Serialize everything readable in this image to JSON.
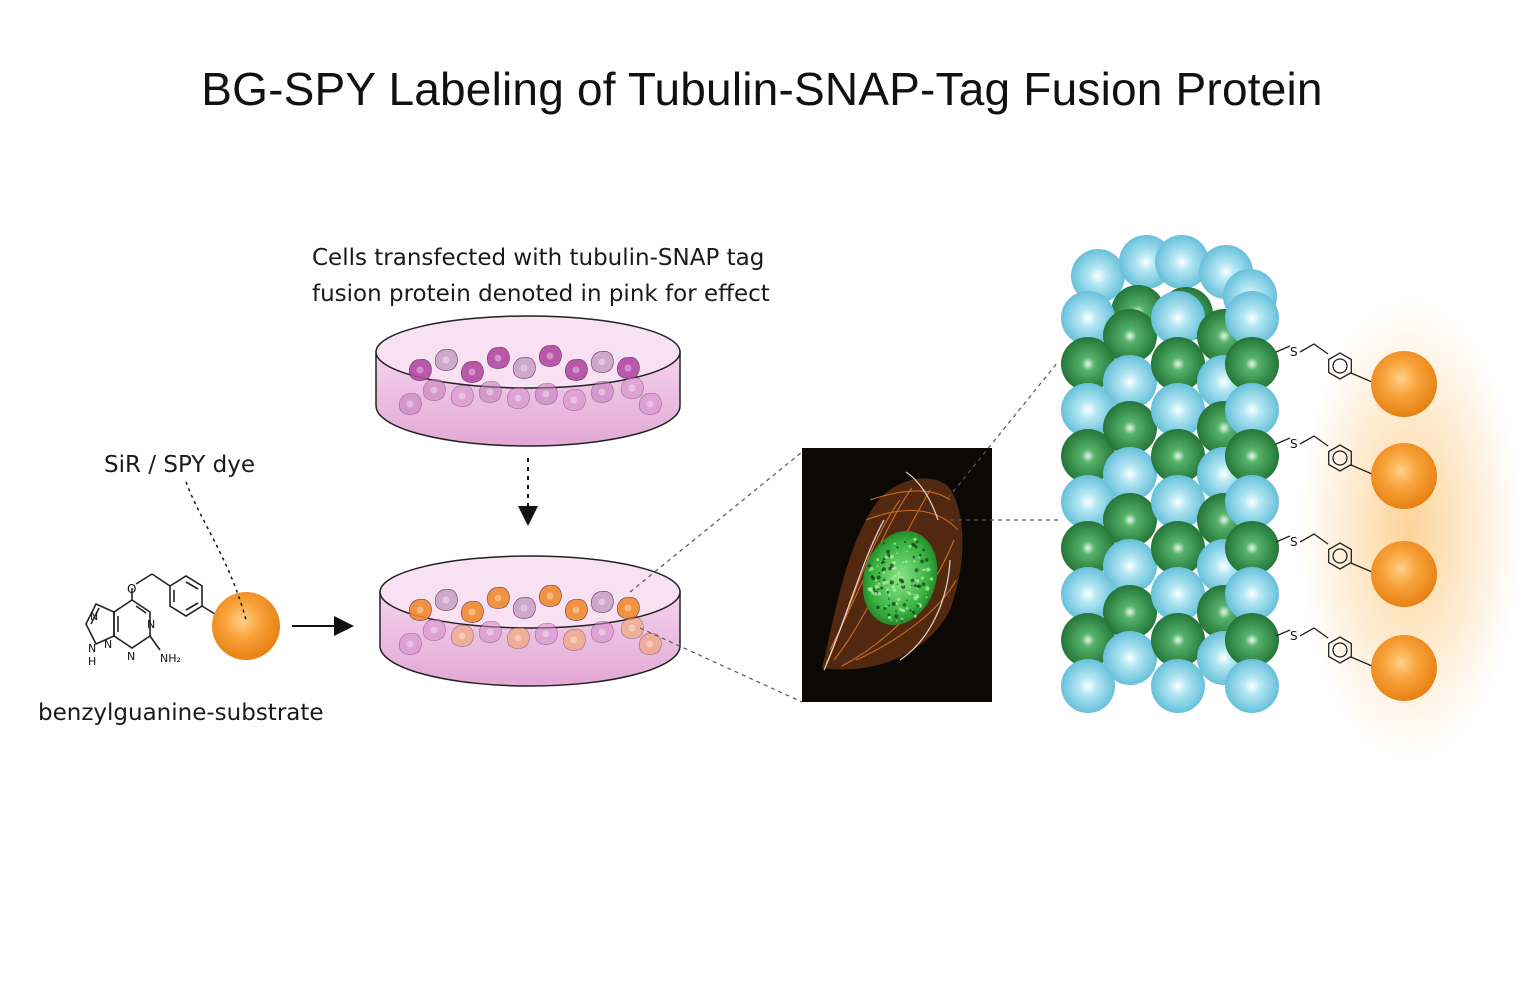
{
  "title": "BG-SPY Labeling of Tubulin-SNAP-Tag Fusion Protein",
  "dish_caption": {
    "line1": "Cells transfected with tubulin-SNAP tag",
    "line2": "fusion protein denoted in pink for effect"
  },
  "dye_label": "SiR / SPY dye",
  "substrate_label": "benzylguanine-substrate",
  "chem_atoms": {
    "oxygen": "O",
    "n1": "N",
    "n2": "N",
    "n3": "N",
    "n4": "N",
    "nh": "N",
    "h": "H",
    "nh2": "NH₂"
  },
  "linker_atom": "S",
  "colors": {
    "dye_orange": "#f59a2a",
    "dish_pink": "#e9b6de",
    "cell_magenta": "#b34aa4",
    "cell_orange": "#f08a2c",
    "tubulin_blue": "#7ecfe6",
    "tubulin_green": "#2e8f45",
    "micrograph_bg": "#0b0806"
  }
}
